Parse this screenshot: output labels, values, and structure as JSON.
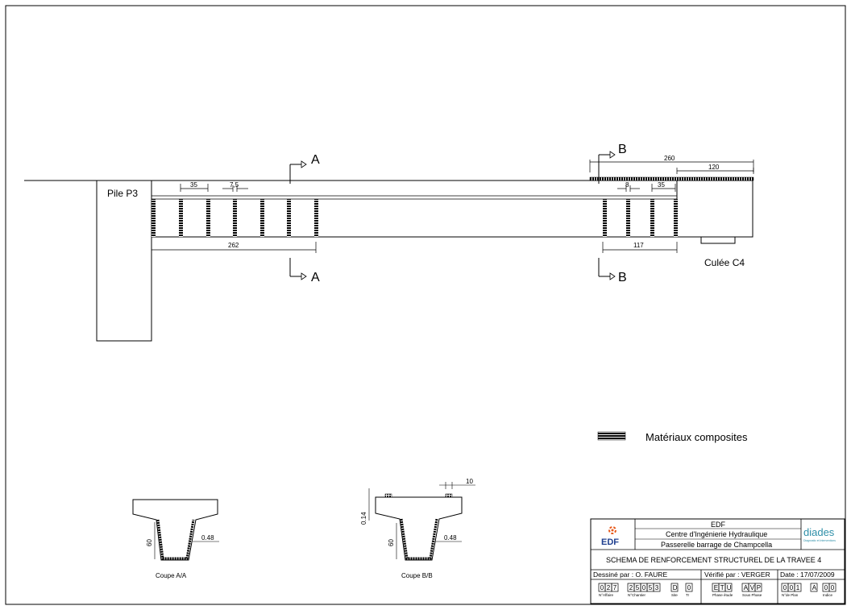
{
  "elevation": {
    "support_left": "Pile P3",
    "support_right": "Culée C4",
    "section_a": "A",
    "section_b": "B",
    "dim_spacing_left": "35",
    "dim_strip_left": "7,5",
    "dim_zone_left": "262",
    "dim_spacing_right": "35",
    "dim_strip_right": "8",
    "dim_zone_right": "117",
    "dim_top_overall": "260",
    "dim_top_partial": "120"
  },
  "legend": {
    "label": "Matériaux composites"
  },
  "sections": {
    "a": {
      "caption": "Coupe A/A",
      "dim_height": "60",
      "dim_thickness": "0.48"
    },
    "b": {
      "caption": "Coupe B/B",
      "dim_height": "60",
      "dim_thickness": "0.48",
      "dim_top": "0.14",
      "dim_width": "10"
    }
  },
  "title_block": {
    "company": "EDF",
    "department": "Centre d'Ingénierie Hydraulique",
    "project": "Passerelle barrage de Champcella",
    "logo_left": "EDF",
    "logo_right": "diades",
    "logo_right_tagline": "Diagnostic et Interventions",
    "drawing_title": "SCHEMA DE RENFORCEMENT STRUCTUREL DE LA TRAVEE 4",
    "drawn_by": "Dessiné par : O. FAURE",
    "checked_by": "Vérifié par : VERGER",
    "date": "Date : 17/07/2009",
    "codes": [
      {
        "chars": [
          "0",
          "2",
          "7"
        ],
        "label": "N°Affaire"
      },
      {
        "chars": [
          "2",
          "5",
          "0",
          "5",
          "3"
        ],
        "label": "N°Chantier"
      },
      {
        "chars": [
          "D"
        ],
        "label": "Site"
      },
      {
        "chars": [
          "0"
        ],
        "label": "Tr"
      },
      {
        "chars": [
          "E",
          "T",
          "U"
        ],
        "label": "Phase étude"
      },
      {
        "chars": [
          "A",
          "V",
          "P"
        ],
        "label": "Sous Phase"
      },
      {
        "chars": [
          "0",
          "0",
          "1"
        ],
        "label": "N°de Plan"
      },
      {
        "chars": [
          "A"
        ],
        "label": ""
      },
      {
        "chars": [
          "0",
          "0"
        ],
        "label": "Indice"
      }
    ]
  }
}
